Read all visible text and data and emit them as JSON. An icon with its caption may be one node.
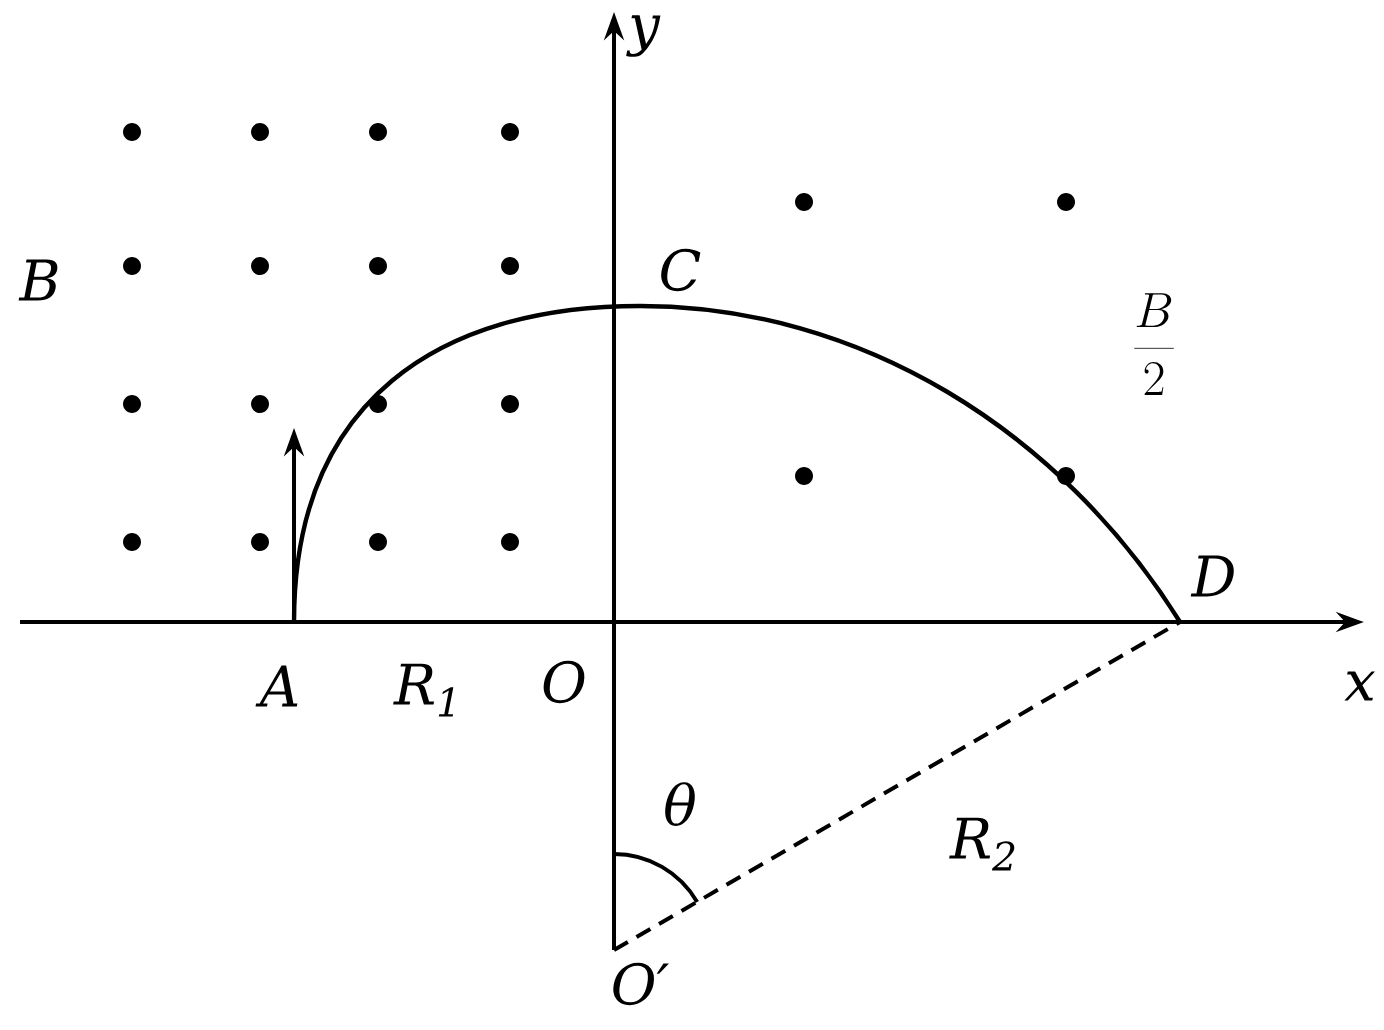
{
  "diagram": {
    "labels": [
      "y",
      "B",
      "C",
      "\\frac{B}{2}",
      "D",
      "A",
      "R$_{1}$",
      "O",
      "x",
      "θ",
      "R$_{2}$",
      "O′"
    ]
  }
}
